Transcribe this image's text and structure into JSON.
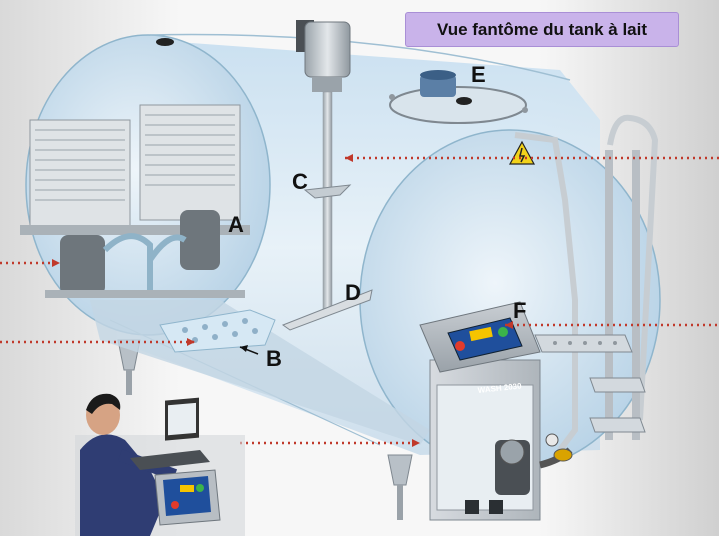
{
  "title": "Vue fantôme du tank à lait",
  "labels": {
    "a": "A",
    "b": "B",
    "c": "C",
    "d": "D",
    "e": "E",
    "f": "F"
  },
  "panel": {
    "brand": "WASH 2030"
  },
  "colors": {
    "tank_glass": "#cfe4f1",
    "tank_edge": "#8fb5cc",
    "steel": "#bfc6cc",
    "pointer": "#c0392b",
    "title_bg": "#c9b3ea",
    "screen": "#1f4f9c"
  }
}
